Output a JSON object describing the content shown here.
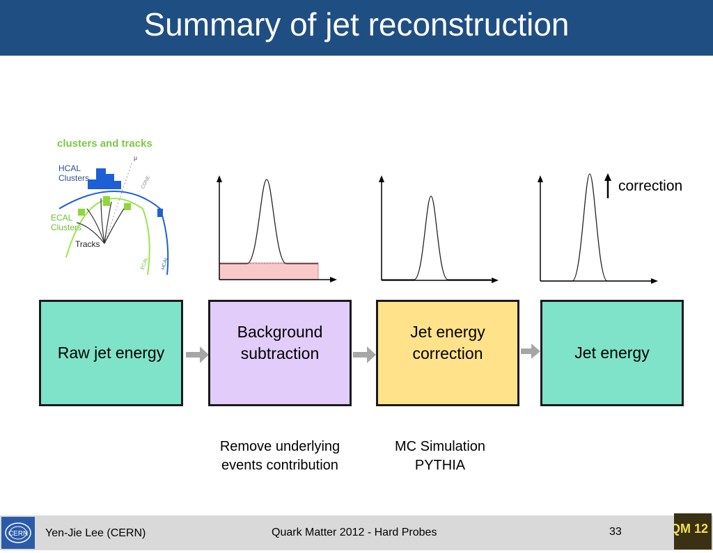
{
  "title": "Summary of jet reconstruction",
  "detector_figure": {
    "heading": "clusters and tracks",
    "hcal_label": "HCAL\nClusters",
    "ecal_label": "ECAL\nClusters",
    "tracks_label": "Tracks",
    "mu_label": "μ",
    "cone_label": "CONE",
    "ecal_arc_label": "ECAL",
    "hcal_arc_label": "HCAL"
  },
  "correction_label": "correction",
  "boxes": [
    {
      "label": "Raw jet energy",
      "color": "#7fe3c9"
    },
    {
      "label": "Background\nsubtraction",
      "color": "#e2ccfa"
    },
    {
      "label": "Jet energy\ncorrection",
      "color": "#ffe28a"
    },
    {
      "label": "Jet energy",
      "color": "#7fe3c9"
    }
  ],
  "notes": {
    "background": "Remove underlying\nevents contribution",
    "correction": "MC Simulation\nPYTHIA"
  },
  "footer": {
    "author": "Yen-Jie Lee (CERN)",
    "conference": "Quark Matter 2012 - Hard Probes",
    "page_number": "33",
    "cern_logo_text": "CERN",
    "qm_logo_text": "QM 12"
  },
  "colors": {
    "title_bar": "#1f4e83",
    "background_band": "#f9c9c9",
    "arrow": "#a6a6a6",
    "hcal_blue": "#1f5fd6",
    "ecal_green": "#8dd83a",
    "heading_green": "#7ac943"
  }
}
